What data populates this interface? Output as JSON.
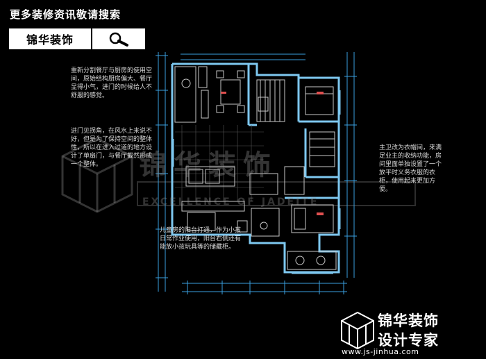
{
  "header": {
    "title": "更多装修资讯敬请搜索"
  },
  "search": {
    "brand": "锦华装饰",
    "icon": "search-icon"
  },
  "notes": [
    "重新分割餐厅与厨房的使用空间，原始结构厨房偏大、餐厅显得小气，进门的时候给人不舒服的感觉。",
    "进门见拐角，在风水上来说不好，但是为了保持空间的整体性，所以在进入过道的地方设计了单扇门，与餐厅截然形成一个整体。",
    "儿童房的阳台打通，作为小孩日常作业使用，阳台右侧还有能放小孩玩具等的储藏柜。",
    "主卫改为衣帽间，来满足业主的收纳功能，房间里面单独设置了一个放平时义务衣服的衣柜，使用起来更加方便。"
  ],
  "watermark": {
    "cn": "锦华装饰",
    "en": "EXCELLENCE OF JADEITE"
  },
  "brand": {
    "name": "锦华装饰",
    "tagline": "设计专家",
    "url": "www.js-jinhua.com"
  },
  "colors": {
    "wall": "#7ec8f0",
    "dim": "#3aa0e0",
    "detail": "#c8c8c8",
    "accent": "#e05050"
  }
}
